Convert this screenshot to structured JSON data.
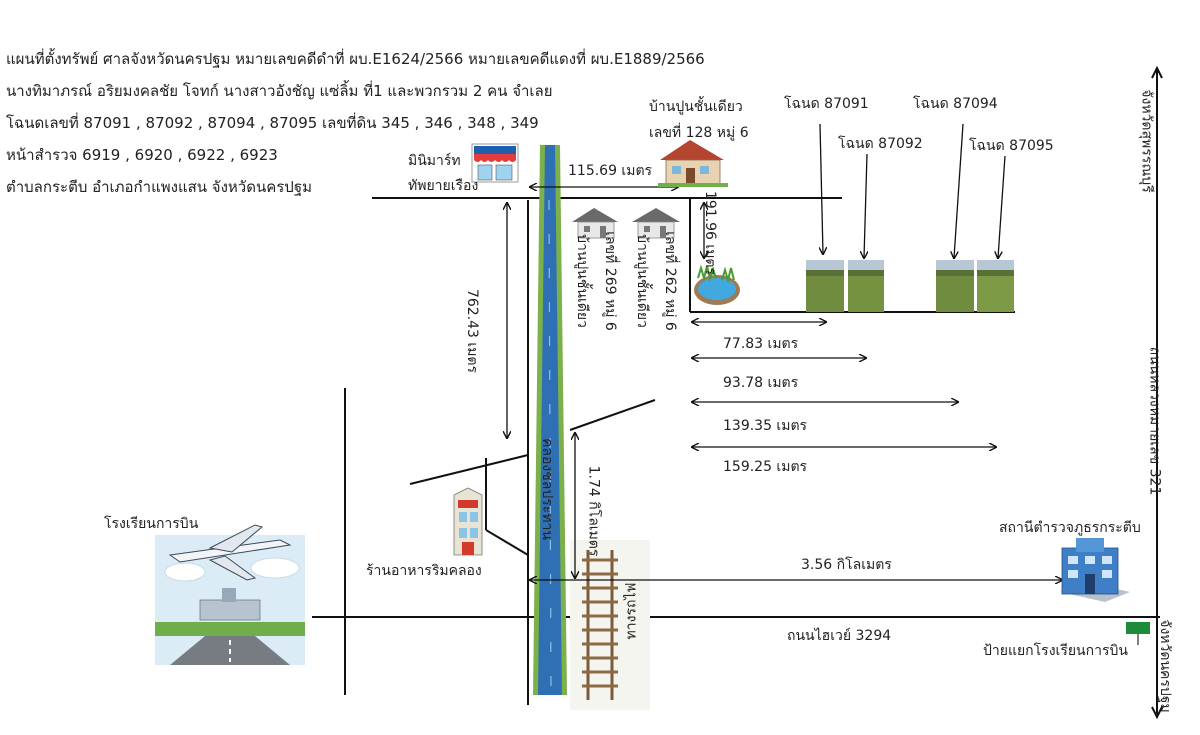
{
  "header": {
    "lines": [
      "แผนที่ตั้งทรัพย์ ศาลจังหวัดนครปฐม หมายเลขคดีดำที่ ผบ.E1624/2566 หมายเลขคดีแดงที่ ผบ.E1889/2566",
      "นางทิมาภรณ์ อริยมงคลชัย โจทก์ นางสาวอังชัญ แซ่ลิ้ม ที่1 และพวกรวม 2 คน จำเลย",
      "โฉนดเลขที่ 87091 , 87092 , 87094 , 87095 เลขที่ดิน 345 , 346 , 348 , 349",
      "หน้าสำรวจ 6919 , 6920 , 6922 , 6923",
      "ตำบลกระตีบ อำเภอกำแพงแสน จังหวัดนครปฐม"
    ]
  },
  "places": {
    "minimart": "มินิมาร์ท",
    "minimart_name": "ทัพยายเรือง",
    "house_128_line1": "บ้านปูนชั้นเดียว",
    "house_128_line2": "เลขที่ 128 หมู่ 6",
    "house_269_line1": "บ้านปูนชั้นเดียว",
    "house_269_line2": "เลขที่ 269 หมู่ 6",
    "house_262_line1": "บ้านปูนชั้นเดียว",
    "house_262_line2": "เลขที่ 262 หมู่ 6",
    "canal": "คลองชลประทาน",
    "railway": "ทางรถไฟ",
    "flight_school": "โรงเรียนการบิน",
    "restaurant": "ร้านอาหารริมคลอง",
    "police_station": "สถานีตำรวจภูธรกระตีบ",
    "highway": "ถนนไฮเวย์ 3294",
    "school_sign": "ป้ายแยกโรงเรียนการบิน",
    "to_suphanburi": "จังหวัดสุพรรณบุรี",
    "road_321": "ถนนหลวงหมายเลข 321",
    "to_nakhon_pathom": "จังหวัดนครปฐม"
  },
  "deeds": [
    "โฉนด 87091",
    "โฉนด 87092",
    "โฉนด 87094",
    "โฉนด 87095"
  ],
  "distances": {
    "minimart_to_house": "115.69 เมตร",
    "house_to_parcels": "191.96 เมตร",
    "canal_road": "762.43 เมตร",
    "to_87091": "77.83 เมตร",
    "to_87092": "93.78 เมตร",
    "to_87094": "139.35 เมตร",
    "to_87095": "159.25 เมตร",
    "canal_to_highway": "1.74 กิโลเมตร",
    "to_police": "3.56 กิโลเมตร"
  },
  "colors": {
    "road": "#111111",
    "canal_water": "#2f6fb3",
    "canal_bank": "#7bb04a",
    "parcel_green": "#6f8c3f",
    "sign_green": "#1f8a3a"
  }
}
